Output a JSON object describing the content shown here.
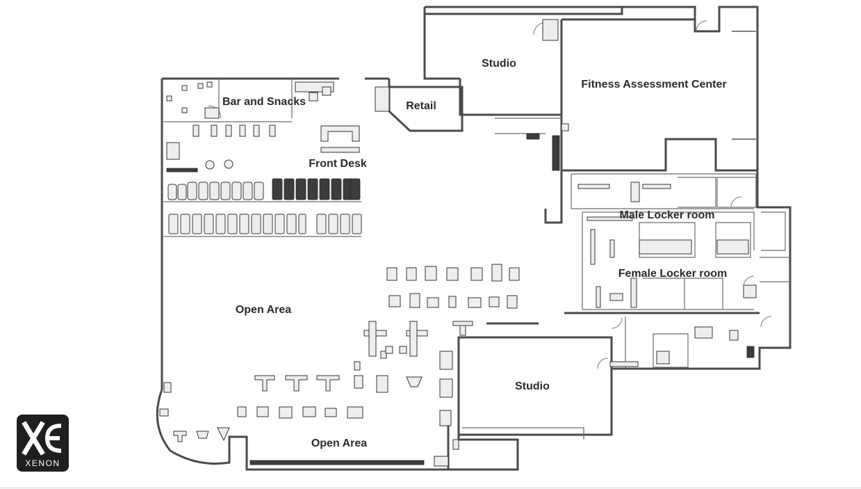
{
  "brand": {
    "name": "XENON"
  },
  "rooms": {
    "studio_top": "Studio",
    "fitness_assessment": "Fitness Assessment Center",
    "bar_snacks": "Bar and Snacks",
    "retail": "Retail",
    "front_desk": "Front Desk",
    "male_locker": "Male Locker room",
    "female_locker": "Female Locker room",
    "open_area_left": "Open Area",
    "studio_bottom": "Studio",
    "open_area_bottom": "Open Area"
  }
}
